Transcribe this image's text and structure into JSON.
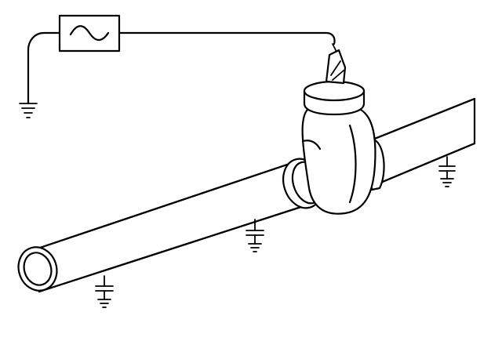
{
  "diagram": {
    "elements": [
      {
        "id": "ac-source",
        "symbol": "sine-wave"
      },
      {
        "id": "source-ground",
        "symbol": "earth-ground"
      },
      {
        "id": "signal-clamp",
        "symbol": "alligator-clip"
      },
      {
        "id": "valve",
        "symbol": "gate-valve"
      },
      {
        "id": "pipe-left",
        "symbol": "pipe-section"
      },
      {
        "id": "pipe-right",
        "symbol": "pipe-section"
      },
      {
        "id": "capacitive-ground-1",
        "symbol": "capacitor-to-ground"
      },
      {
        "id": "capacitive-ground-2",
        "symbol": "capacitor-to-ground"
      },
      {
        "id": "capacitive-ground-3",
        "symbol": "capacitor-to-ground"
      }
    ],
    "connections": [
      {
        "from": "source-ground",
        "to": "ac-source"
      },
      {
        "from": "ac-source",
        "to": "signal-clamp"
      },
      {
        "from": "signal-clamp",
        "to": "valve"
      },
      {
        "from": "pipe-left",
        "to": "valve"
      },
      {
        "from": "valve",
        "to": "pipe-right"
      }
    ]
  }
}
